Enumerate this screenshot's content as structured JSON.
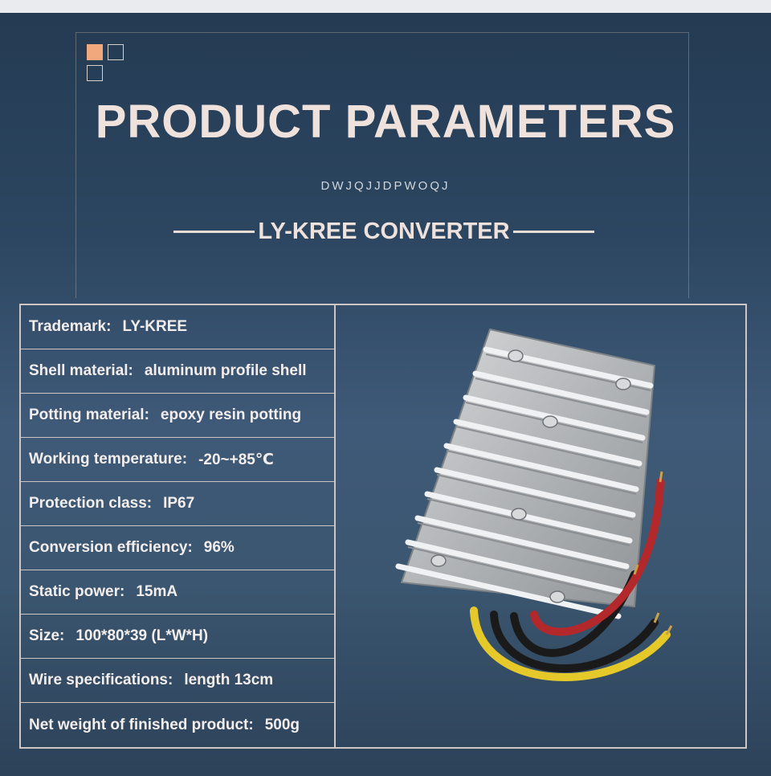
{
  "header": {
    "title": "PRODUCT PARAMETERS",
    "code": "DWJQJJDPWOQJ",
    "subtitle": "LY-KREE CONVERTER"
  },
  "specs": [
    {
      "label": "Trademark:",
      "value": "LY-KREE"
    },
    {
      "label": "Shell material:",
      "value": "aluminum profile shell"
    },
    {
      "label": "Potting material:",
      "value": "epoxy resin potting"
    },
    {
      "label": "Working temperature:",
      "value": "-20~+85℃"
    },
    {
      "label": "Protection class:",
      "value": "IP67"
    },
    {
      "label": "Conversion efficiency:",
      "value": "96%"
    },
    {
      "label": "Static power:",
      "value": "15mA"
    },
    {
      "label": "Size:",
      "value": "100*80*39 (L*W*H)"
    },
    {
      "label": "Wire specifications:",
      "value": "length 13cm"
    },
    {
      "label": "Net weight of finished product:",
      "value": "500g"
    }
  ],
  "colors": {
    "accent": "#f2a87d",
    "title_text": "#efe2dc",
    "background": "#2c4661"
  }
}
